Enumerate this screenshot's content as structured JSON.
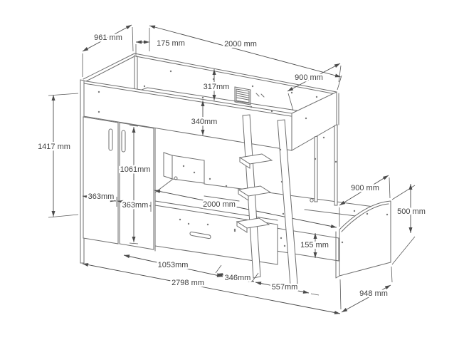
{
  "drawing": {
    "kind": "isometric furniture assembly dimension drawing",
    "subject": "loft bunk bed with wardrobe, storage drawer, ladder and lower bed with curved footboard",
    "background_color": "#ffffff",
    "line_color": "#6e6e6e",
    "dimension_line_color": "#4a4a4a",
    "label_color": "#3f3f3f"
  },
  "dimensions": {
    "top_depth": "961 mm",
    "top_offset": "175 mm",
    "top_length": "2000 mm",
    "top_width": "900 mm",
    "rail_height": "317mm",
    "frame_height": "340mm",
    "overall_height": "1417 mm",
    "door_height": "1061mm",
    "door_width_left": "363mm",
    "door_width_right": "363mm",
    "lower_bed_length": "2000 mm",
    "lower_bed_width": "900 mm",
    "footboard_height": "500 mm",
    "side_rail_height": "155 mm",
    "drawer_section_width": "1053mm",
    "ladder_gap": "346mm",
    "foot_section_width": "557mm",
    "overall_length": "2798 mm",
    "foot_depth": "948 mm"
  }
}
